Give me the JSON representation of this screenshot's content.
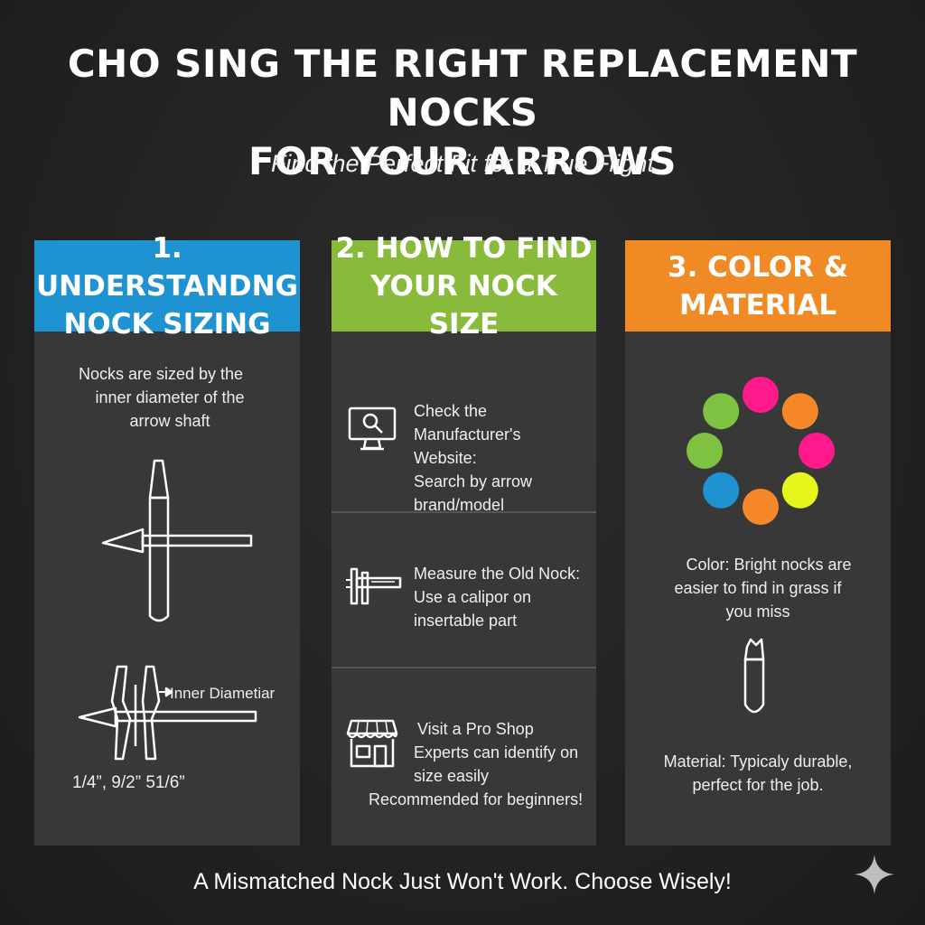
{
  "header": {
    "title_line1": "CHO SING THE RIGHT REPLACEMENT NOCKS",
    "title_line2": "FOR YOUR ARROWS",
    "subtitle": "Find the Perfect Fit for a True Flight"
  },
  "col1": {
    "heading_line1": "1. UNDERSTANDNG",
    "heading_line2": "NOCK SIZING",
    "intro_line1": "Nocks are sized by the",
    "intro_line2": "inner diameter of the",
    "intro_line3": "arrow shaft",
    "diagram_label": "Inner Diametiar",
    "sizes": "1/4”, 9/2”  51/6”"
  },
  "col2": {
    "heading_line1": "2. HOW TO FIND",
    "heading_line2": "YOUR NOCK SIZE",
    "items": [
      {
        "icon": "monitor-search-icon",
        "lines": [
          "Check the Manufacturer's",
          "Website:",
          "Search by arrow",
          "brand/model"
        ]
      },
      {
        "icon": "caliper-icon",
        "lines": [
          "Measure the Old Nock:",
          "Use a calipor on",
          "insertable part"
        ]
      },
      {
        "icon": "shop-icon",
        "lines": [
          "Visit a Pro Shop",
          "Experts can identify on",
          "size easily",
          "Recommended for beginners!"
        ]
      }
    ]
  },
  "col3": {
    "heading_line1": "3. COLOR &",
    "heading_line2": "MATERIAL",
    "color_line1": "Color: Bright nocks are",
    "color_line2": "easier to find in grass if",
    "color_line3": "you miss",
    "material_line1": "Material: Typicaly durable,",
    "material_line2": "perfect for the job.",
    "swatch_colors": [
      "#ff1a8c",
      "#f7882a",
      "#ff1a8c",
      "#e6f51c",
      "#f7882a",
      "#1f92d2",
      "#7fc241",
      "#7fc241"
    ]
  },
  "footer": {
    "text": "A Mismatched Nock Just Won't Work. Choose Wisely!"
  }
}
